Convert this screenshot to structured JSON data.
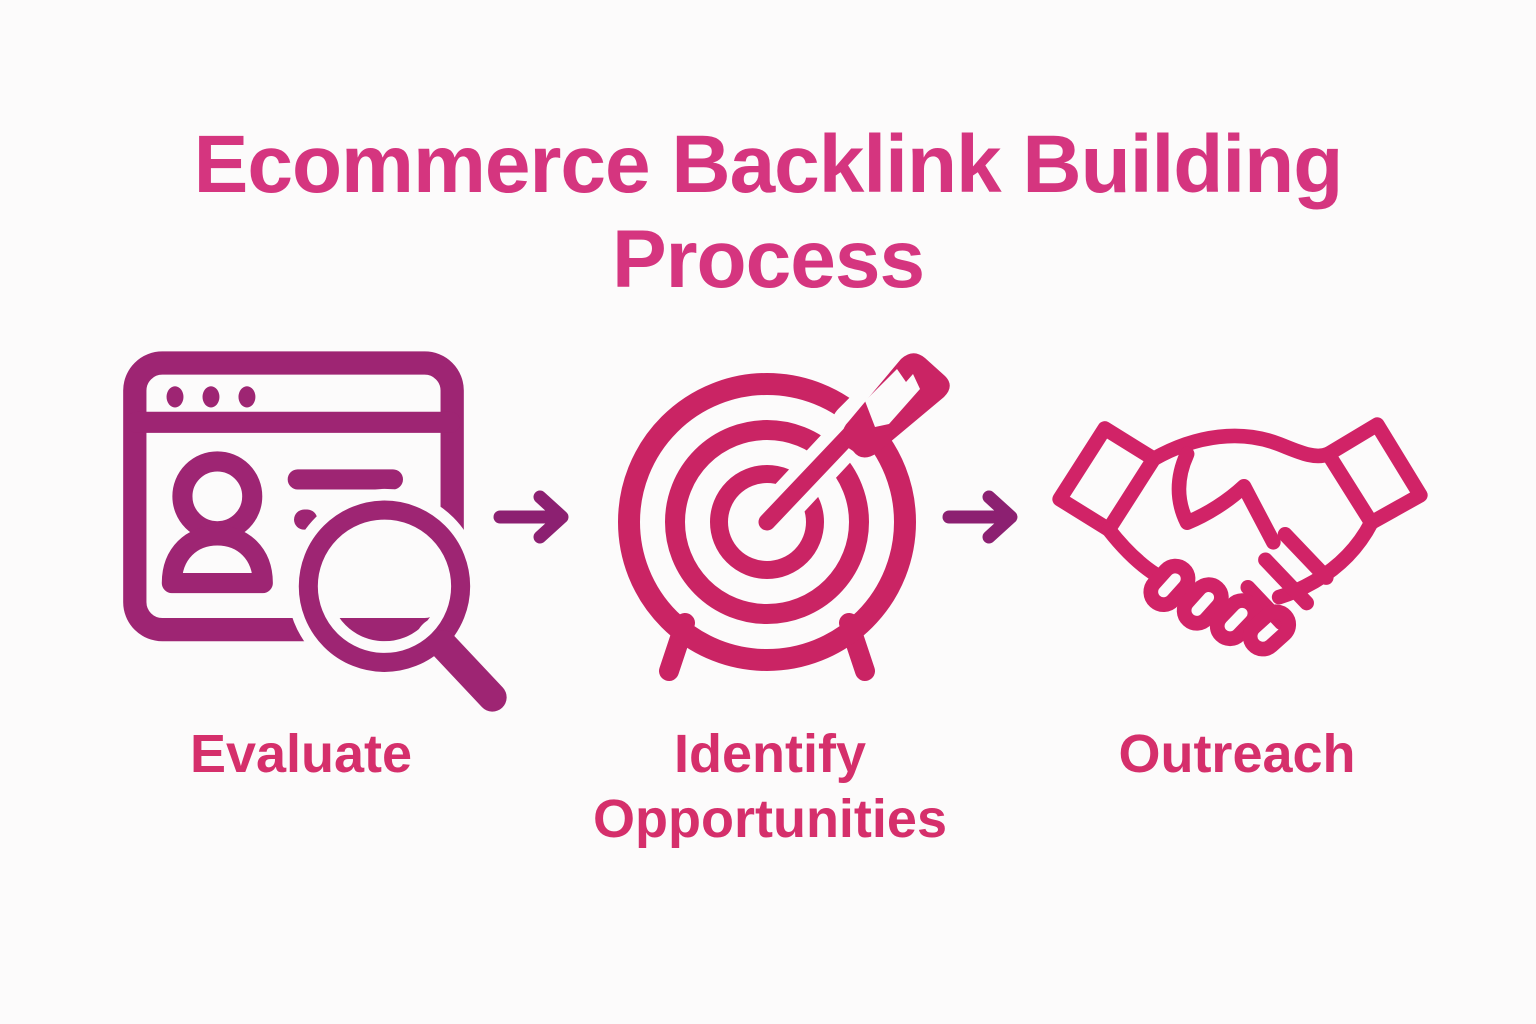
{
  "title": {
    "lines": [
      "Ecommerce Backlink Building",
      "Process"
    ]
  },
  "steps": [
    {
      "label": "Evaluate",
      "icon": "browser-search-icon"
    },
    {
      "label": "Identify Opportunities",
      "icon": "target-arrow-icon"
    },
    {
      "label": "Outreach",
      "icon": "handshake-icon"
    }
  ],
  "connectors": [
    {
      "icon": "right-arrow-icon"
    },
    {
      "icon": "right-arrow-icon"
    }
  ],
  "colors": {
    "background": "#fcfbfb",
    "title": "#d5357f",
    "label": "#d52f6b",
    "arrow": "#8c2071",
    "icon_evaluate": "#9e2573",
    "icon_target": "#ca2464",
    "icon_outreach": "#d12367"
  }
}
